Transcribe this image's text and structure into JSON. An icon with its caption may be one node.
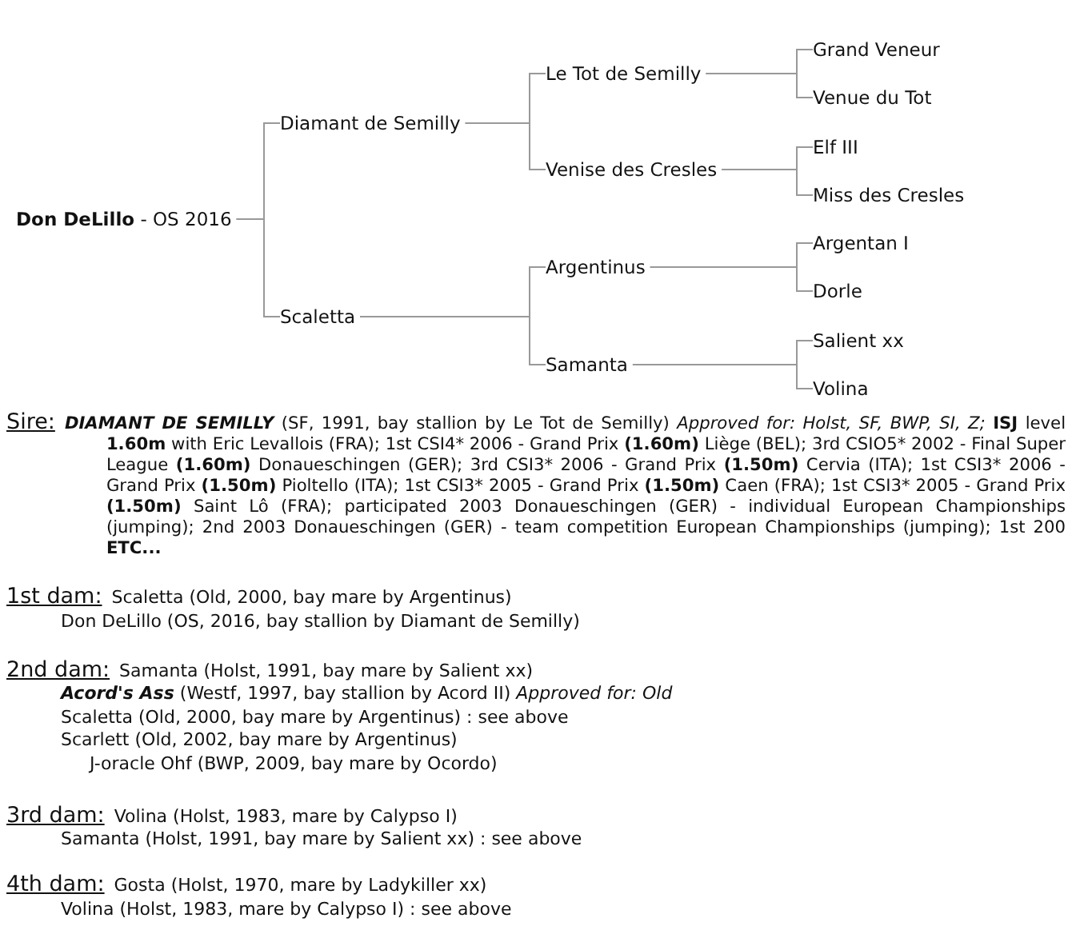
{
  "diagram": {
    "nodes": [
      {
        "text": [
          "**Don DeLillo** - OS 2016"
        ]
      },
      {
        "text": [
          "Diamant de Semilly"
        ]
      },
      {
        "text": [
          "Scaletta"
        ]
      },
      {
        "text": [
          "Le Tot de Semilly"
        ]
      },
      {
        "text": [
          "Venise des Cresles"
        ]
      },
      {
        "text": [
          "Argentinus"
        ]
      },
      {
        "text": [
          "Samanta"
        ]
      },
      {
        "text": [
          "Grand Veneur"
        ]
      },
      {
        "text": [
          "Venue du Tot"
        ]
      },
      {
        "text": [
          "Elf III"
        ]
      },
      {
        "text": [
          "Miss des Cresles"
        ]
      },
      {
        "text": [
          "Argentan I"
        ]
      },
      {
        "text": [
          "Dorle"
        ]
      },
      {
        "text": [
          "Salient xx"
        ]
      },
      {
        "text": [
          "Volina"
        ]
      }
    ],
    "edges": [
      {
        "from": 0,
        "to": 1,
        "arrow": "none"
      },
      {
        "from": 0,
        "to": 2,
        "arrow": "none"
      },
      {
        "from": 1,
        "to": 3,
        "arrow": "none"
      },
      {
        "from": 1,
        "to": 4,
        "arrow": "none"
      },
      {
        "from": 2,
        "to": 5,
        "arrow": "none"
      },
      {
        "from": 2,
        "to": 6,
        "arrow": "none"
      },
      {
        "from": 3,
        "to": 7,
        "arrow": "none"
      },
      {
        "from": 3,
        "to": 8,
        "arrow": "none"
      },
      {
        "from": 4,
        "to": 9,
        "arrow": "none"
      },
      {
        "from": 4,
        "to": 10,
        "arrow": "none"
      },
      {
        "from": 5,
        "to": 11,
        "arrow": "none"
      },
      {
        "from": 5,
        "to": 12,
        "arrow": "none"
      },
      {
        "from": 6,
        "to": 13,
        "arrow": "none"
      },
      {
        "from": 6,
        "to": 14,
        "arrow": "none"
      }
    ],
    "labels": [
      "Sire:",
      "**DIAMANT DE SEMILLY** (SF, 1991, bay stallion by Le Tot de Semilly) *Approved for: Holst, SF, BWP, SI, Z;* **ISJ** level **1.60m** with Eric Levallois (FRA); 1st CSI4* 2006 - Grand Prix **(1.60m)** Liège (BEL); 3rd CSIO5* 2002 - Final Super League **(1.60m)** Donaueschingen (GER); 3rd CSI3* 2006 - Grand Prix **(1.50m)** Cervia (ITA); 1st CSI3* 2006 - Grand Prix **(1.50m)** Pioltello (ITA); 1st CSI3* 2005 - Grand Prix **(1.50m)** Caen (FRA); 1st CSI3* 2005 - Grand Prix **(1.50m)** Saint Lô (FRA); participated 2003 Donaueschingen (GER) - individual European Championships (jumping); 2nd 2003 Donaueschingen (GER) - team competition European Championships (jumping); 1st 200 **ETC...**",
      "1st dam:",
      "Scaletta (Old, 2000, bay mare by Argentinus)",
      "Don DeLillo (OS, 2016, bay stallion by Diamant de Semilly)",
      "2nd dam:",
      "Samanta (Holst, 1991, bay mare by Salient xx)",
      "**Acord's Ass** (Westf, 1997, bay stallion by Acord II) *Approved for: Old*",
      "Scaletta (Old, 2000, bay mare by Argentinus) : see above",
      "Scarlett (Old, 2002, bay mare by Argentinus)",
      "J-oracle Ohf (BWP, 2009, bay mare by Ocordo)",
      "3rd dam:",
      "Volina (Holst, 1983, mare by Calypso I)",
      "Samanta (Holst, 1991, bay mare by Salient xx) : see above",
      "4th dam:",
      "Gosta (Holst, 1970, mare by Ladykiller xx)",
      "Volina (Holst, 1983, mare by Calypso I) : see above"
    ]
  }
}
